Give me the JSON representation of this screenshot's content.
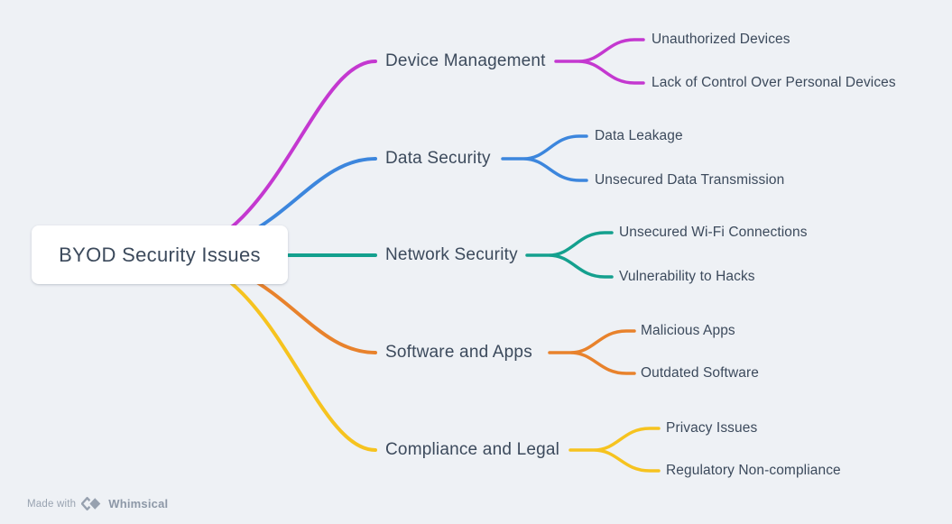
{
  "canvas": {
    "background": "#eef1f5",
    "text_color": "#3c4a5c"
  },
  "root": {
    "label": "BYOD Security Issues"
  },
  "branches": [
    {
      "label": "Device Management",
      "color": "#c438d0",
      "children": [
        {
          "label": "Unauthorized Devices"
        },
        {
          "label": "Lack of Control Over Personal Devices"
        }
      ]
    },
    {
      "label": "Data Security",
      "color": "#3c86dd",
      "children": [
        {
          "label": "Data Leakage"
        },
        {
          "label": "Unsecured Data Transmission"
        }
      ]
    },
    {
      "label": "Network Security",
      "color": "#14a08e",
      "children": [
        {
          "label": "Unsecured Wi-Fi Connections"
        },
        {
          "label": "Vulnerability to Hacks"
        }
      ]
    },
    {
      "label": "Software and Apps",
      "color": "#e8822c",
      "children": [
        {
          "label": "Malicious Apps"
        },
        {
          "label": "Outdated Software"
        }
      ]
    },
    {
      "label": "Compliance and Legal",
      "color": "#f6c31f",
      "children": [
        {
          "label": "Privacy Issues"
        },
        {
          "label": "Regulatory Non-compliance"
        }
      ]
    }
  ],
  "watermark": {
    "made_with": "Made with",
    "brand": "Whimsical",
    "logo_icon": "whimsical-diamond-icon",
    "logo_color": "#97a1af"
  }
}
